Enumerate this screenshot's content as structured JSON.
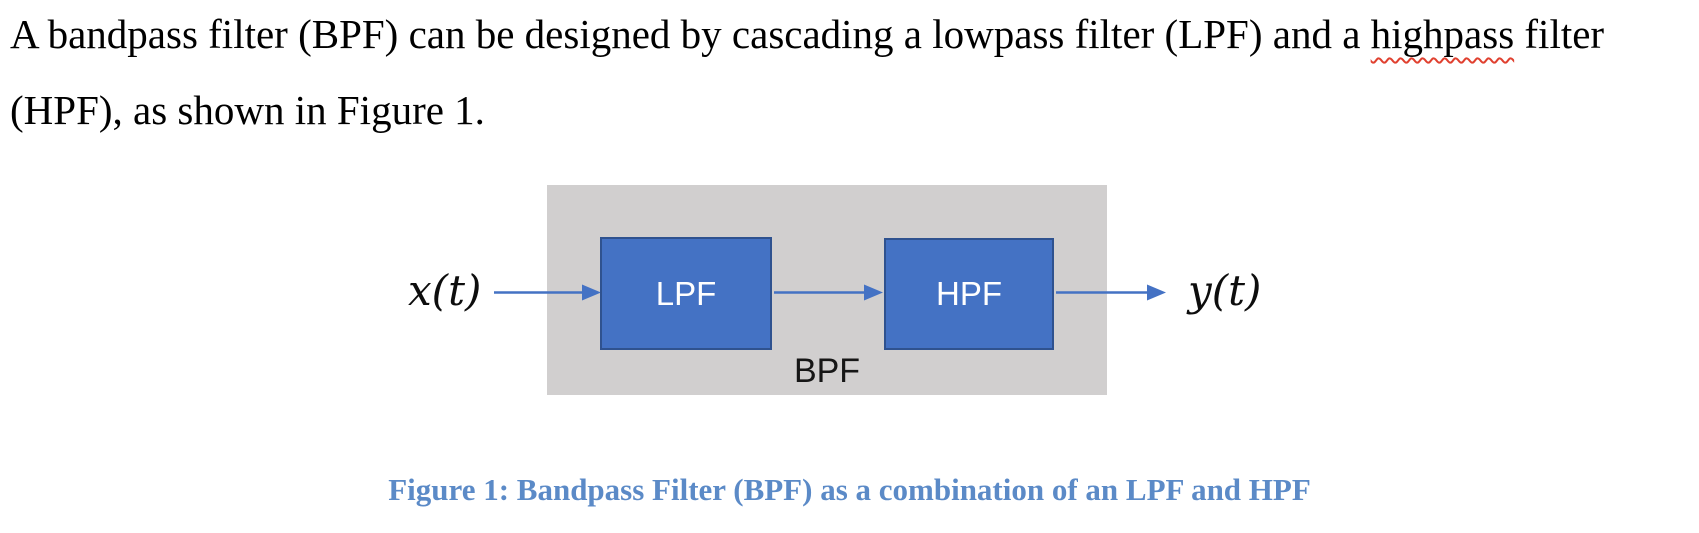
{
  "paragraph": {
    "line1_before": "A bandpass filter (BPF) can be designed by cascading a lowpass filter (LPF) and a ",
    "line1_misspelled": "highpass",
    "line1_after": " filter",
    "line2": "(HPF), as shown in Figure 1."
  },
  "diagram": {
    "input_label": "x(t)",
    "output_label": "y(t)",
    "blocks": [
      {
        "label": "LPF"
      },
      {
        "label": "HPF"
      }
    ],
    "group_label": "BPF",
    "colors": {
      "block_fill": "#4472c4",
      "block_border": "#2f528f",
      "arrow": "#4472c4",
      "group_background": "#d1cfcf",
      "spellcheck_underline": "#e0402f"
    }
  },
  "caption": {
    "text": "Figure 1: Bandpass Filter (BPF) as a combination of an LPF and HPF",
    "color": "#5b8ac7"
  }
}
